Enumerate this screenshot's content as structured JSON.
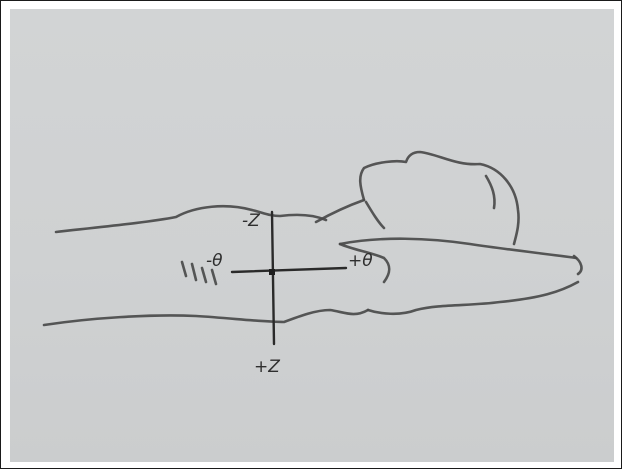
{
  "labels": {
    "neg_z": "-Z",
    "pos_z": "+Z",
    "neg_theta": "-θ",
    "pos_theta": "+θ"
  },
  "colors": {
    "paper": "#cfd1d2",
    "pencil": "#4a4a4a",
    "border": "#1a1a1a"
  }
}
